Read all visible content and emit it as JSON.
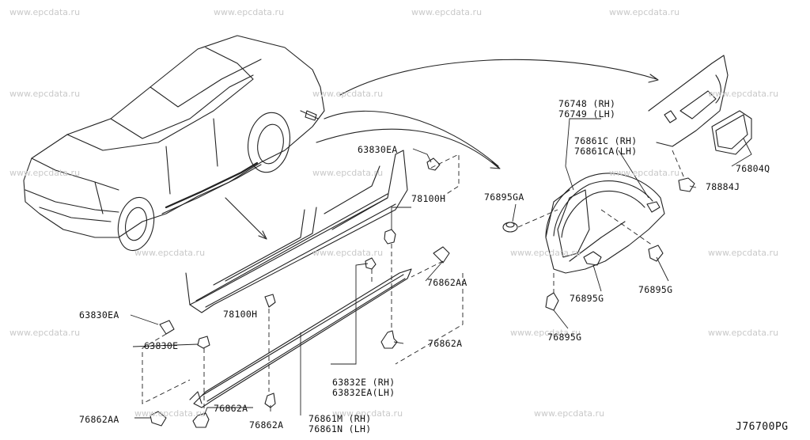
{
  "diagram_code": "J76700PG",
  "watermark": "www.epcdata.ru",
  "labels": {
    "p63830EA_top": "63830EA",
    "p78100H_top": "78100H",
    "p76862AA_mid": "76862AA",
    "p63830EA_left": "63830EA",
    "p78100H_mid": "78100H",
    "p63830E": "63830E",
    "p76862A_mid": "76862A",
    "p63832E": "63832E (RH)",
    "p63832EA": "63832EA(LH)",
    "p76862AA_bot": "76862AA",
    "p76862A_bot1": "76862A",
    "p76862A_bot2": "76862A",
    "p76861M": "76861M (RH)",
    "p76861N": "76861N (LH)",
    "p76748": "76748 (RH)",
    "p76749": "76749 (LH)",
    "p76861C": "76861C (RH)",
    "p76861CA": "76861CA(LH)",
    "p76895GA": "76895GA",
    "p76804Q": "76804Q",
    "p78884J": "78884J",
    "p76895G_r": "76895G",
    "p76895G_m": "76895G",
    "p76895G_b": "76895G"
  }
}
